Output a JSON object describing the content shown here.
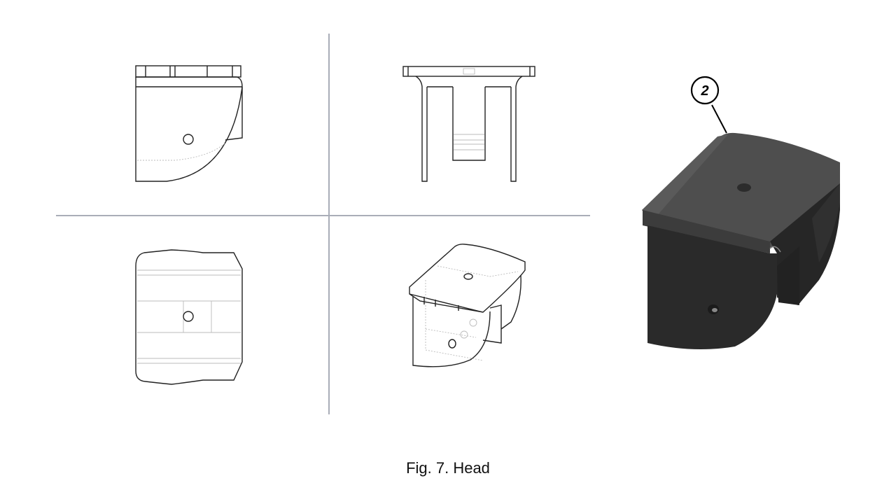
{
  "figure": {
    "caption": "Fig. 7. Head",
    "views": [
      {
        "name": "side-view",
        "description": "Orthographic side view with curved profile and hole"
      },
      {
        "name": "front-view",
        "description": "Orthographic front view with U-shaped slot"
      },
      {
        "name": "top-view",
        "description": "Orthographic top view with central hole"
      },
      {
        "name": "isometric-line-view",
        "description": "Isometric line drawing with hidden lines"
      },
      {
        "name": "rendered-view",
        "description": "Shaded 3D render of the head part"
      }
    ],
    "callout": {
      "number": "2"
    },
    "colors": {
      "divider": "#a9adb8",
      "render_top": "#4e4e4e",
      "render_side": "#2a2a2a",
      "line": "#222222"
    }
  }
}
